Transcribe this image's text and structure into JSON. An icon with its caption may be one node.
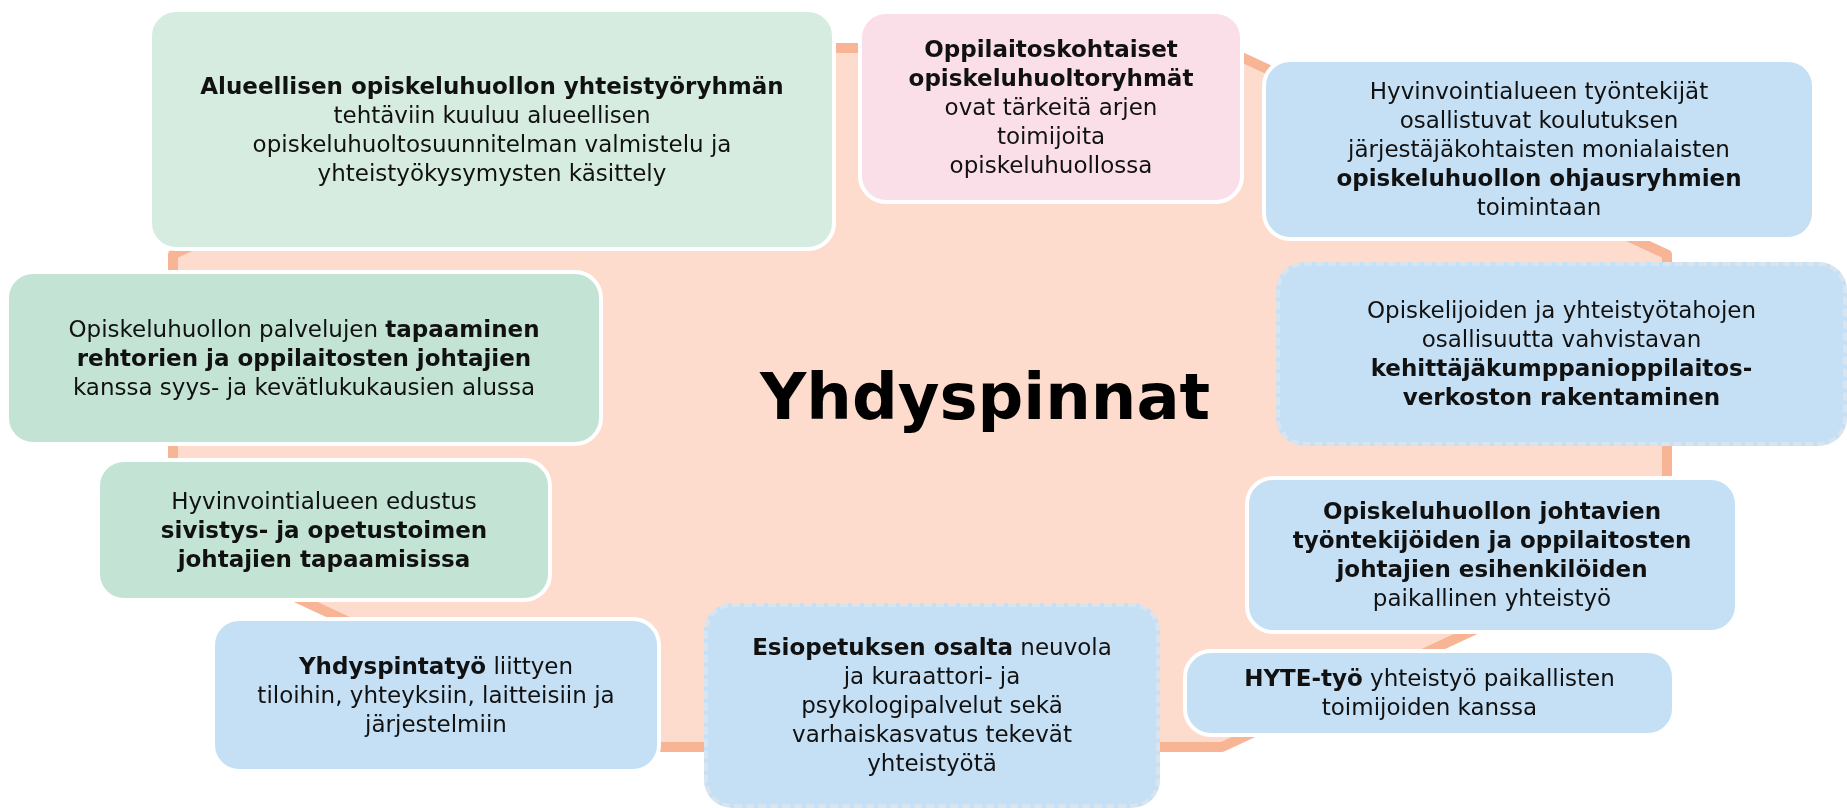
{
  "diagram": {
    "nodes": [
      {
        "text": [
          "Yhdyspinnat"
        ]
      },
      {
        "text": [
          "**Alueellisen opiskeluhuollon yhteistyöryhmän** tehtäviin kuuluu alueellisen opiskeluhuoltosuunnitelman valmistelu ja yhteistyökysymysten käsittely"
        ]
      },
      {
        "text": [
          "**Oppilaitoskohtaiset opiskeluhuoltoryhmät** ovat tärkeitä arjen toimijoita opiskeluhuollossa"
        ]
      },
      {
        "text": [
          "Hyvinvointialueen työntekijät osallistuvat koulutuksen järjestäjäkohtaisten monialaisten **opiskeluhuollon ohjausryhmien** toimintaan"
        ]
      },
      {
        "text": [
          "Opiskeluhuollon palvelujen **tapaaminen rehtorien ja oppilaitosten johtajien** kanssa syys- ja kevätlukukausien alussa"
        ]
      },
      {
        "text": [
          "Opiskelijoiden ja yhteistyötahojen osallisuutta vahvistavan **kehittäjäkumppanioppilaitos-verkoston rakentaminen**"
        ]
      },
      {
        "text": [
          "Hyvinvointialueen edustus **sivistys- ja opetustoimen johtajien tapaamisissa**"
        ]
      },
      {
        "text": [
          "**Opiskeluhuollon johtavien työntekijöiden ja oppilaitosten johtajien esihenkilöiden** paikallinen yhteistyö"
        ]
      },
      {
        "text": [
          "**Yhdyspintatyö** liittyen tiloihin, yhteyksiin, laitteisiin ja järjestelmiin"
        ]
      },
      {
        "text": [
          "**Esiopetuksen osalta** neuvola ja kuraattori- ja psykologipalvelut sekä varhaiskasvatus tekevät yhteistyötä"
        ]
      },
      {
        "text": [
          "**HYTE-työ** yhteistyö paikallisten toimijoiden kanssa"
        ]
      }
    ]
  }
}
